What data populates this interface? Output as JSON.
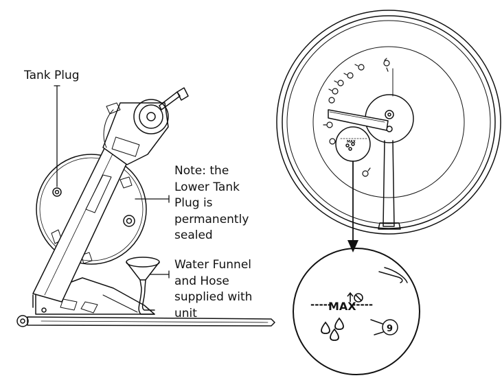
{
  "labels": {
    "tank_plug": "Tank Plug",
    "lower_plug_note": "Note: the\nLower Tank\nPlug is\npermanently\nsealed",
    "funnel_note": "Water Funnel\nand Hose\nsupplied with\nunit"
  },
  "detail": {
    "max_text": "MAX",
    "dashes_left": "-----",
    "dashes_right": "-----",
    "small_max_text": "MAX",
    "knob_number": "9"
  }
}
